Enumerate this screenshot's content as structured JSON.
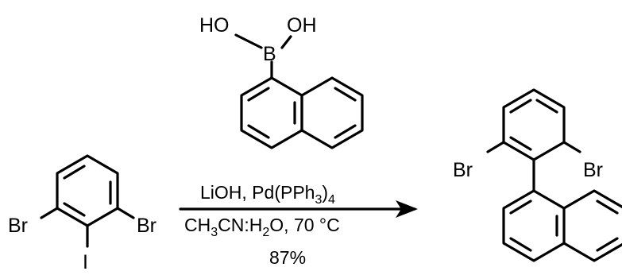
{
  "reagent": {
    "boronic_acid": {
      "label_ho": "HO",
      "label_b": "B",
      "label_oh": "OH"
    }
  },
  "reactant": {
    "label_br_left": "Br",
    "label_br_right": "Br",
    "label_i": "I"
  },
  "conditions": {
    "line1": {
      "base": "LiOH, Pd(PPh",
      "sub": "3",
      "close": ")",
      "sub2": "4"
    },
    "line2": {
      "a": "CH",
      "a_sub": "3",
      "b": "CN:H",
      "b_sub": "2",
      "c": "O, 70 °C"
    },
    "yield": "87%"
  },
  "product": {
    "label_br_left": "Br",
    "label_br_right": "Br"
  },
  "colors": {
    "ink": "#000000",
    "background": "#ffffff"
  }
}
